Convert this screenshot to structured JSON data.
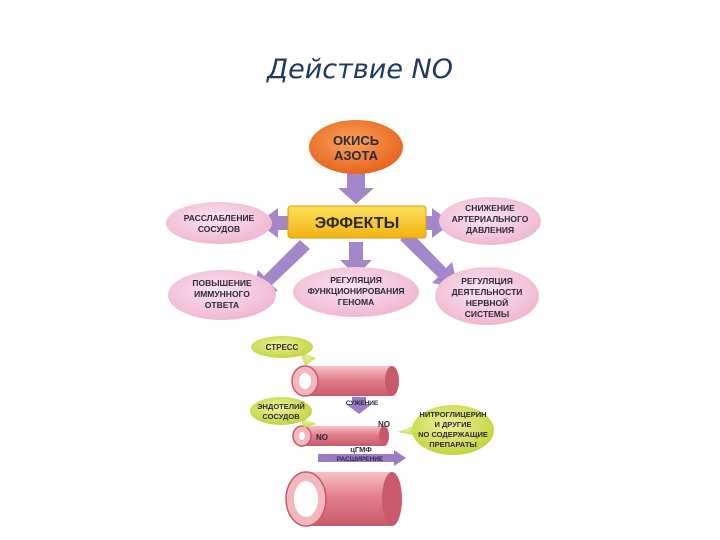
{
  "title": "Действие NO",
  "top_diagram": {
    "center": [
      "ОКИСЬ",
      "АЗОТА"
    ],
    "effects": "ЭФФЕКТЫ",
    "left": [
      "РАССЛАБЛЕНИЕ",
      "СОСУДОВ"
    ],
    "right": [
      "СНИЖЕНИЕ",
      "АРТЕРИАЛЬНОГО",
      "ДАВЛЕНИЯ"
    ],
    "bottom_left": [
      "ПОВЫШЕНИЕ",
      "ИММУННОГО",
      "ОТВЕТА"
    ],
    "bottom_center": [
      "РЕГУЛЯЦИЯ",
      "ФУНКЦИОНИРОВАНИЯ",
      "ГЕНОМА"
    ],
    "bottom_right": [
      "РЕГУЛЯЦИЯ",
      "ДЕЯТЕЛЬНОСТИ",
      "НЕРВНОЙ",
      "СИСТЕМЫ"
    ]
  },
  "bottom_diagram": {
    "stress": "СТРЕСС",
    "endothelium": [
      "ЭНДОТЕЛИЙ",
      "СОСУДОВ"
    ],
    "narrowing": "СУЖЕНИЕ",
    "no_left": "NO",
    "no_right": "NO",
    "cgmp": "цГМФ",
    "widening": "РАСШИРЕНИЕ",
    "nitro": [
      "НИТРОГЛИЦЕРИН",
      "И ДРУГИЕ",
      "NO СОДЕРЖАЩИЕ",
      "ПРЕПАРАТЫ"
    ]
  },
  "colors": {
    "title": "#1f3864",
    "orange": "#f07f2c",
    "yellow": "#f5c21a",
    "pink_bubble": "#f4c9dc",
    "arrow": "#9b7bc4",
    "green_bubble": "#cfe05a",
    "vessel": "#e88a9a"
  }
}
